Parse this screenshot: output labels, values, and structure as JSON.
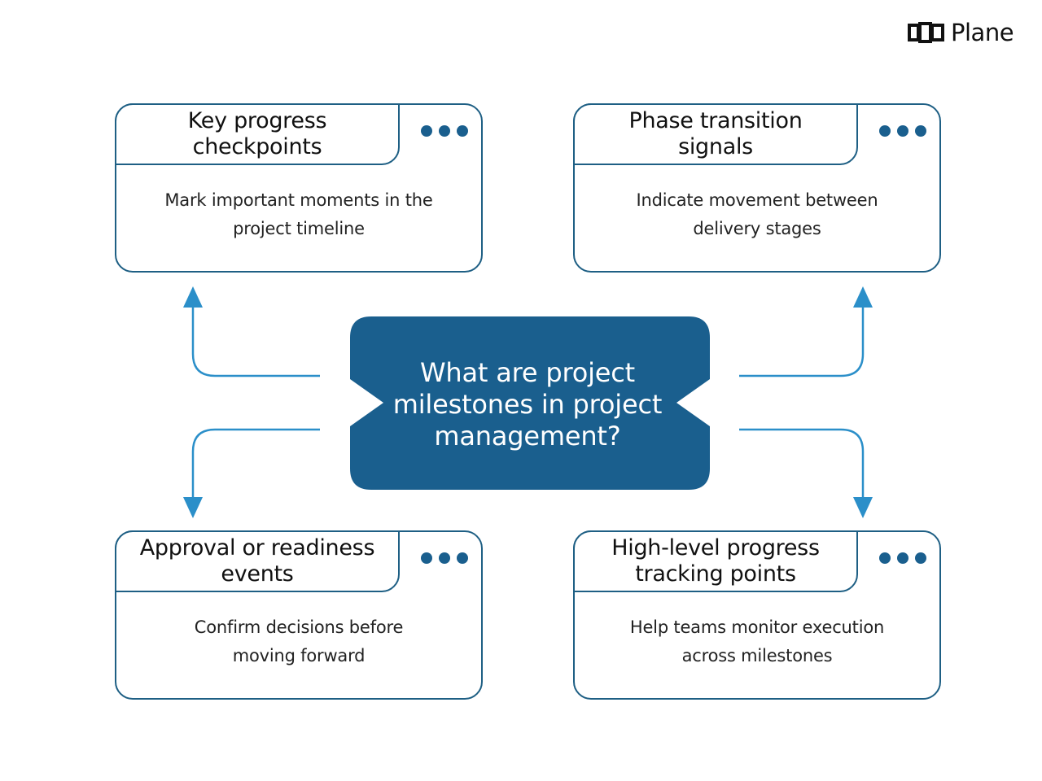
{
  "brand": {
    "name": "Plane",
    "logo_icon": "plane-logo-icon"
  },
  "colors": {
    "accent": "#1a5f8e",
    "card_border": "#1e5f84",
    "connector": "#2b8fc9",
    "center_text": "#ffffff"
  },
  "center": {
    "question": "What are project milestones in project management?"
  },
  "cards": [
    {
      "title": "Key progress checkpoints",
      "description": "Mark important moments in the project timeline",
      "menu_icon": "more-dots-icon"
    },
    {
      "title": "Phase transition signals",
      "description": "Indicate movement between delivery stages",
      "menu_icon": "more-dots-icon"
    },
    {
      "title": "Approval or readiness events",
      "description": "Confirm decisions before moving forward",
      "menu_icon": "more-dots-icon"
    },
    {
      "title": "High-level progress tracking points",
      "description": "Help teams monitor execution across milestones",
      "menu_icon": "more-dots-icon"
    }
  ]
}
